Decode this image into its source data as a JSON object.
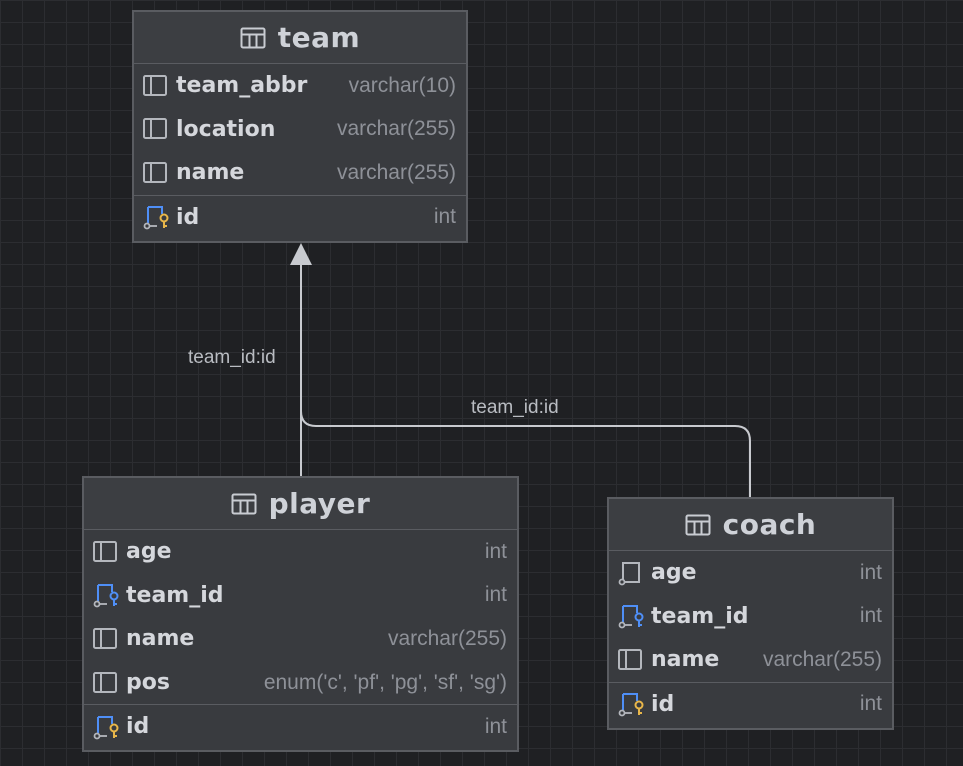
{
  "tables": {
    "team": {
      "title": "team",
      "columns": [
        {
          "name": "team_abbr",
          "type": "varchar(10)",
          "icon": "column-icon"
        },
        {
          "name": "location",
          "type": "varchar(255)",
          "icon": "column-icon"
        },
        {
          "name": "name",
          "type": "varchar(255)",
          "icon": "column-icon"
        }
      ],
      "primary_key": {
        "name": "id",
        "type": "int",
        "icon": "primary-key-icon"
      }
    },
    "player": {
      "title": "player",
      "columns": [
        {
          "name": "age",
          "type": "int",
          "icon": "column-icon"
        },
        {
          "name": "team_id",
          "type": "int",
          "icon": "foreign-key-icon"
        },
        {
          "name": "name",
          "type": "varchar(255)",
          "icon": "column-icon"
        },
        {
          "name": "pos",
          "type": "enum('c', 'pf', 'pg', 'sf', 'sg')",
          "icon": "column-icon"
        }
      ],
      "primary_key": {
        "name": "id",
        "type": "int",
        "icon": "primary-key-icon"
      }
    },
    "coach": {
      "title": "coach",
      "columns": [
        {
          "name": "age",
          "type": "int",
          "icon": "column-icon"
        },
        {
          "name": "team_id",
          "type": "int",
          "icon": "foreign-key-icon"
        },
        {
          "name": "name",
          "type": "varchar(255)",
          "icon": "column-icon"
        }
      ],
      "primary_key": {
        "name": "id",
        "type": "int",
        "icon": "primary-key-icon"
      }
    }
  },
  "relations": [
    {
      "from": "player",
      "to": "team",
      "label": "team_id:id"
    },
    {
      "from": "coach",
      "to": "team",
      "label": "team_id:id"
    }
  ],
  "colors": {
    "background": "#1f2023",
    "table_body": "#393b3f",
    "border": "#5a5c61",
    "edge": "#c8cacf",
    "key_blue": "#4f8ff7",
    "key_gold": "#e8b64a"
  }
}
